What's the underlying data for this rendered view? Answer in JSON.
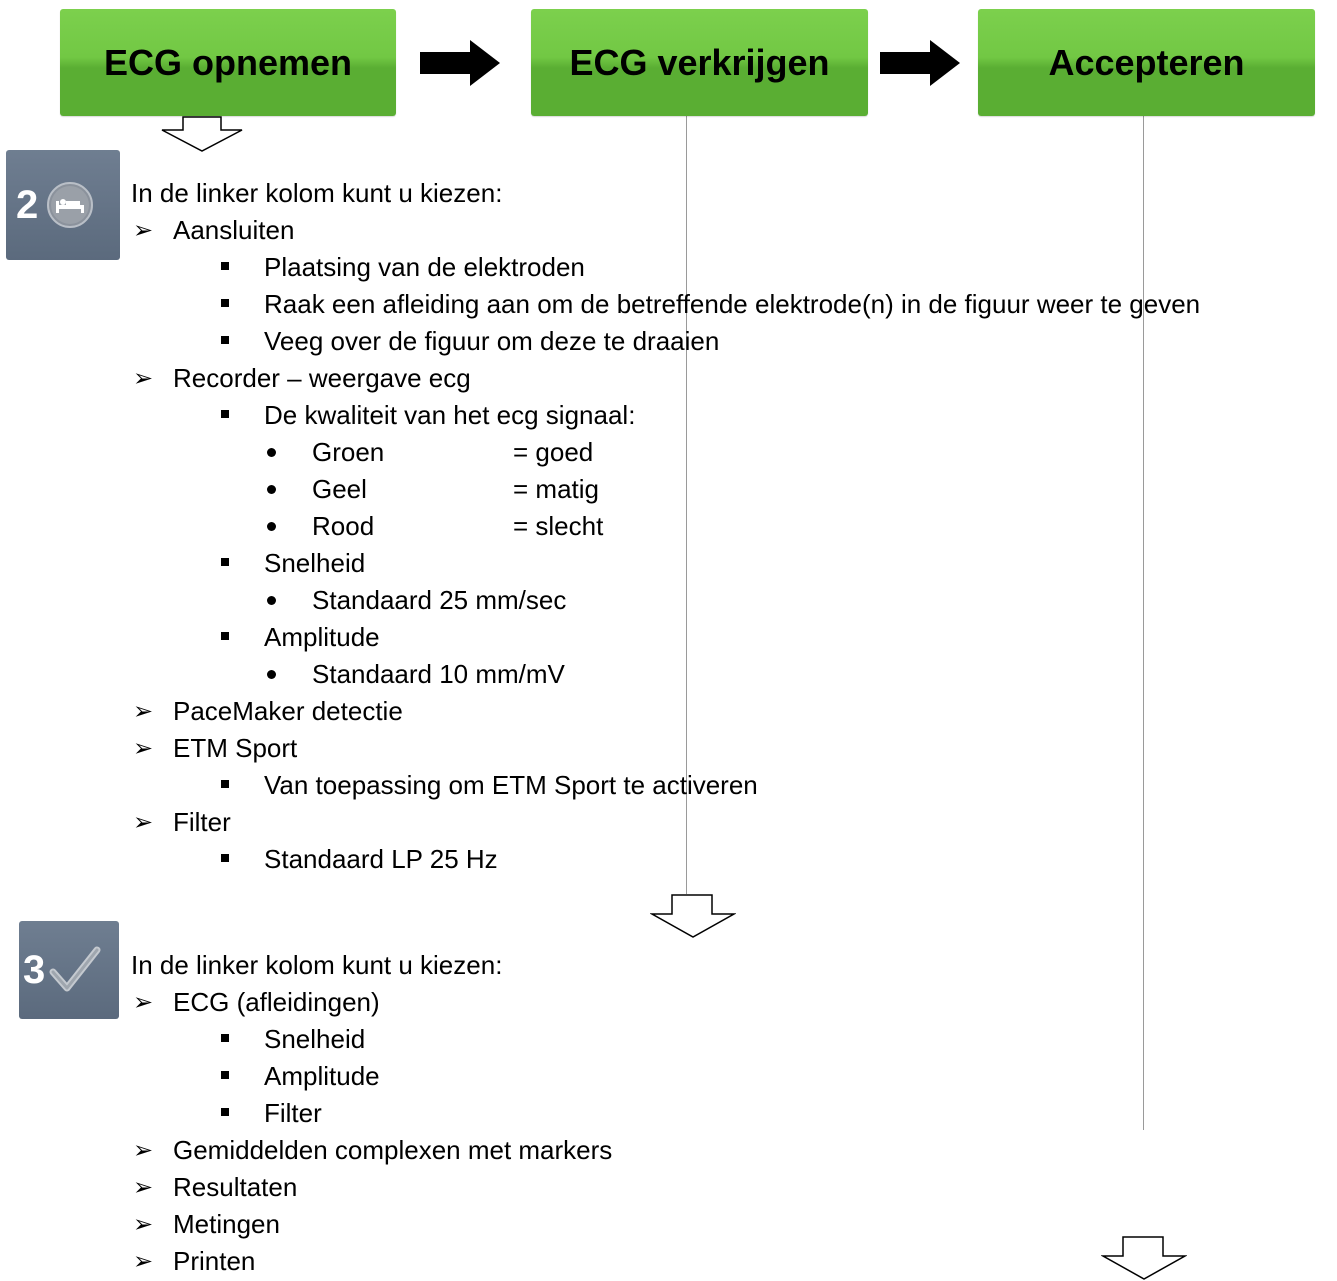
{
  "steps": [
    {
      "label": "ECG opnemen"
    },
    {
      "label": "ECG verkrijgen"
    },
    {
      "label": "Accepteren"
    }
  ],
  "section2": {
    "icon_number": "2",
    "icon_name": "patient-bed-icon",
    "intro": "In de linker kolom kunt u kiezen:",
    "lines": [
      {
        "level": 1,
        "text": "Aansluiten"
      },
      {
        "level": 2,
        "text": "Plaatsing van de elektroden"
      },
      {
        "level": 2,
        "text": "Raak een afleiding aan om de betreffende elektrode(n) in de figuur weer te geven"
      },
      {
        "level": 2,
        "text": "Veeg over de figuur om deze te draaien"
      },
      {
        "level": 1,
        "text": "Recorder – weergave ecg"
      },
      {
        "level": 2,
        "text": "De kwaliteit van het ecg signaal:"
      },
      {
        "level": 3,
        "text": "Groen",
        "value": "= goed"
      },
      {
        "level": 3,
        "text": "Geel",
        "value": "= matig"
      },
      {
        "level": 3,
        "text": "Rood",
        "value": "= slecht"
      },
      {
        "level": 2,
        "text": "Snelheid"
      },
      {
        "level": 3,
        "text": "Standaard 25 mm/sec"
      },
      {
        "level": 2,
        "text": "Amplitude"
      },
      {
        "level": 3,
        "text": "Standaard 10 mm/mV"
      },
      {
        "level": 1,
        "text": "PaceMaker detectie"
      },
      {
        "level": 1,
        "text": "ETM Sport"
      },
      {
        "level": 2,
        "text": "Van toepassing om ETM Sport te activeren"
      },
      {
        "level": 1,
        "text": "Filter"
      },
      {
        "level": 2,
        "text": "Standaard LP 25 Hz"
      }
    ]
  },
  "section3": {
    "icon_number": "3",
    "icon_name": "checkmark-icon",
    "intro": "In de linker kolom kunt u kiezen:",
    "lines": [
      {
        "level": 1,
        "text": "ECG (afleidingen)"
      },
      {
        "level": 2,
        "text": "Snelheid"
      },
      {
        "level": 2,
        "text": "Amplitude"
      },
      {
        "level": 2,
        "text": "Filter"
      },
      {
        "level": 1,
        "text": "Gemiddelden complexen met markers"
      },
      {
        "level": 1,
        "text": "Resultaten"
      },
      {
        "level": 1,
        "text": "Metingen"
      },
      {
        "level": 1,
        "text": "Printen"
      }
    ]
  },
  "colors": {
    "step_green": "#72c844",
    "icon_tile": "#647489",
    "connector_line": "#9a9a9a"
  }
}
